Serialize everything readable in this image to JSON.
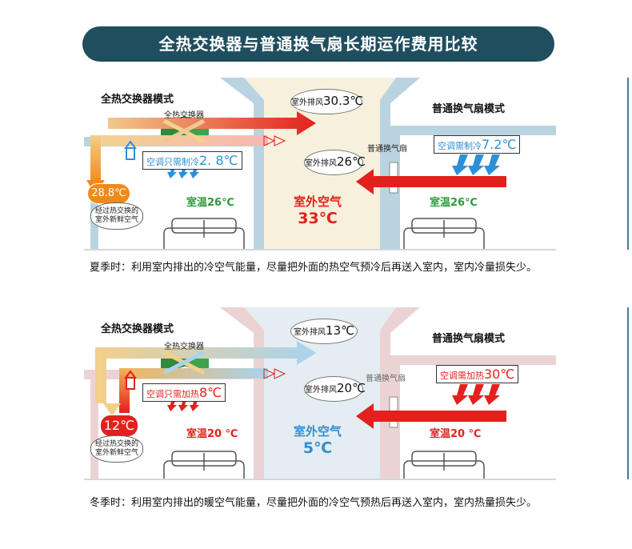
{
  "title": "全热交换器与普通换气扇长期运作费用比较",
  "summer": {
    "mode_left": "全热交换器模式",
    "exchanger_label": "全热交换器",
    "exhaust_prefix": "室外排风",
    "exhaust_left_temp": "30.3℃",
    "fan_exhaust_prefix": "室外排风",
    "fan_exhaust_temp": "26℃",
    "fan_label": "普通换气扇",
    "mode_right": "普通换气扇模式",
    "ac_left_prefix": "空调只需制冷",
    "ac_left_value": "2. 8℃",
    "ac_right_prefix": "空调需制冷",
    "ac_right_value": "7.2℃",
    "supply_temp": "28.8℃",
    "fresh_air_note": "经过热交换的室外新鲜空气",
    "room_left": "室温26℃",
    "room_right": "室温26℃",
    "outdoor_label": "室外空气",
    "outdoor_temp": "33℃",
    "caption": "夏季时：利用室内排出的冷空气能量，尽量把外面的热空气预冷后再送入室内，室内冷量损失少。"
  },
  "winter": {
    "mode_left": "全热交换器模式",
    "exchanger_label": "全热交换器",
    "exhaust_prefix": "室外排风",
    "exhaust_left_temp": "13℃",
    "fan_exhaust_prefix": "室外排风",
    "fan_exhaust_temp": "20℃",
    "fan_label": "普通换气扇",
    "mode_right": "普通换气扇模式",
    "ac_left_prefix": "空调只需加热",
    "ac_left_value": "8℃",
    "ac_right_prefix": "空调需加热",
    "ac_right_value": "30℃",
    "supply_temp": "12℃",
    "fresh_air_note": "经过热交换的室外新鲜空气",
    "room_left": "室温20 ℃",
    "room_right": "室温20 ℃",
    "outdoor_label": "室外空气",
    "outdoor_temp": "5℃",
    "caption": "冬季时：利用室内排出的暖空气能量，尽量把外面的冷空气预热后再送入室内，室内热量损失少。"
  },
  "colors": {
    "title_bg": "#1f4e5f",
    "summer_duct": "#b9d3e0",
    "summer_center": "#f7f0dc",
    "winter_duct": "#ecd3d3",
    "winter_center": "#e3edf2",
    "red_arrow": "#e2211c",
    "blue_arrow": "#2f8fd6",
    "green_exchanger": "#2e8b3a",
    "orange_badge": "#f08a1c",
    "red_badge": "#e2211c"
  }
}
